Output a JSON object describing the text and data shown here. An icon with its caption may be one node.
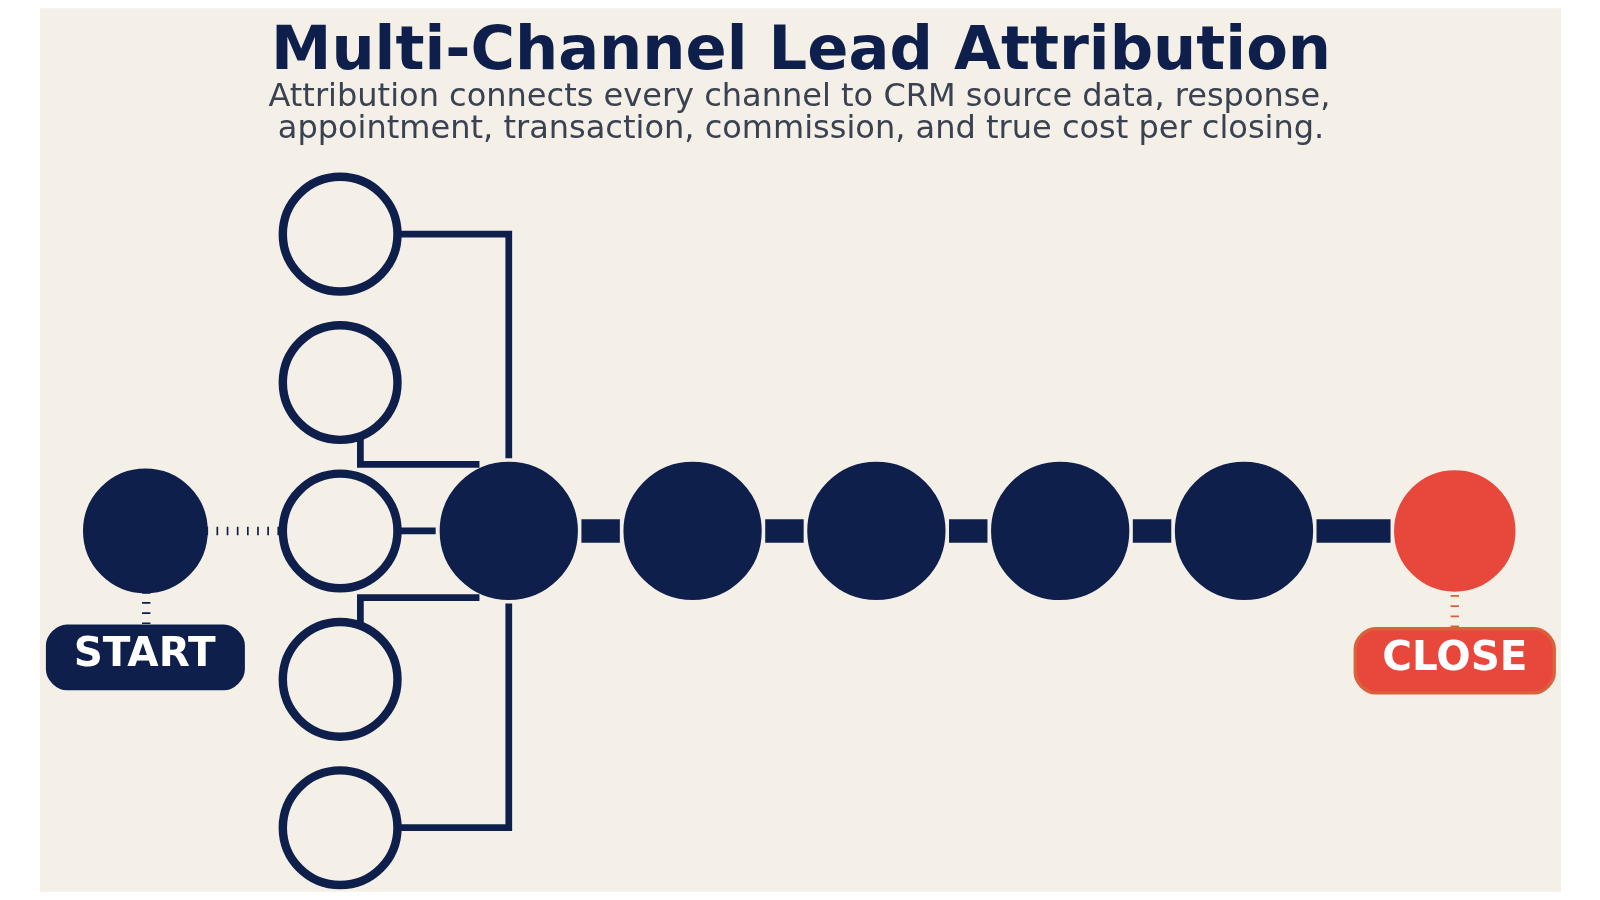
{
  "diagram": {
    "title": "Multi-Channel Lead Attribution",
    "caption": "Attribution connects every channel to CRM source data, response, appointment, transaction, commission, and true cost per closing.",
    "nodes": [
      {
        "text": [],
        "shape": "circle"
      },
      {
        "text": [
          "START"
        ]
      },
      {
        "text": [],
        "shape": "circle"
      },
      {
        "text": [],
        "shape": "circle"
      },
      {
        "text": [],
        "shape": "circle"
      },
      {
        "text": [],
        "shape": "circle"
      },
      {
        "text": [],
        "shape": "circle"
      },
      {
        "text": [],
        "shape": "circle"
      },
      {
        "text": [],
        "shape": "circle"
      },
      {
        "text": [],
        "shape": "circle"
      },
      {
        "text": [],
        "shape": "circle"
      },
      {
        "text": [],
        "shape": "circle"
      },
      {
        "text": [],
        "shape": "circle"
      },
      {
        "text": [
          "CLOSE"
        ]
      }
    ],
    "edges": [
      {
        "from": 0,
        "to": 1,
        "arrow": "none",
        "style": "dashed"
      },
      {
        "from": 0,
        "to": 4,
        "arrow": "none",
        "style": "dashed"
      },
      {
        "from": 2,
        "to": 7,
        "arrow": "none"
      },
      {
        "from": 3,
        "to": 7,
        "arrow": "none"
      },
      {
        "from": 4,
        "to": 7,
        "arrow": "none"
      },
      {
        "from": 5,
        "to": 7,
        "arrow": "none"
      },
      {
        "from": 6,
        "to": 7,
        "arrow": "none"
      },
      {
        "from": 7,
        "to": 8,
        "arrow": "none",
        "style": "thick"
      },
      {
        "from": 8,
        "to": 9,
        "arrow": "none",
        "style": "thick"
      },
      {
        "from": 9,
        "to": 10,
        "arrow": "none",
        "style": "thick"
      },
      {
        "from": 10,
        "to": 11,
        "arrow": "none",
        "style": "thick"
      },
      {
        "from": 11,
        "to": 12,
        "arrow": "none",
        "style": "thick"
      },
      {
        "from": 12,
        "to": 13,
        "arrow": "none",
        "style": "dashed",
        "color": "#d9623c"
      }
    ]
  }
}
